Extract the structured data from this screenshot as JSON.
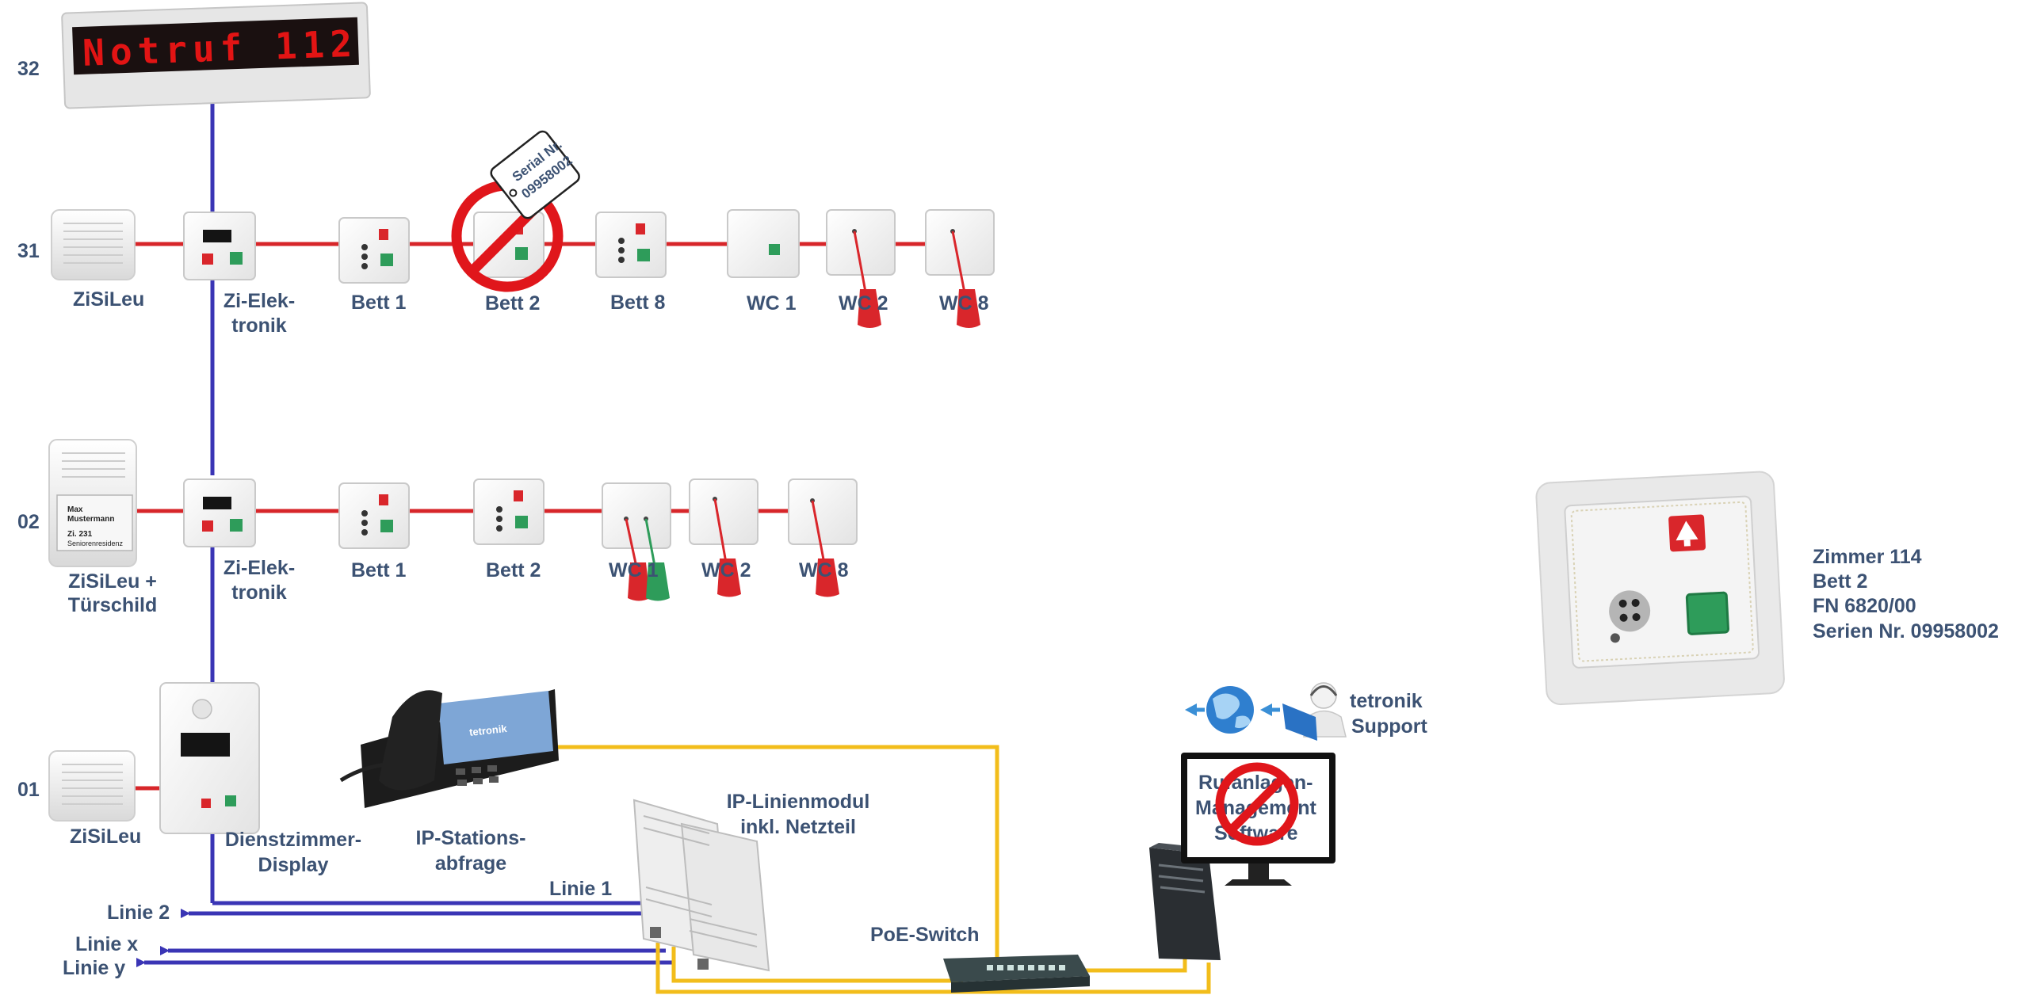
{
  "colors": {
    "bus_line": "#3a35b5",
    "room_line": "#d7262a",
    "ethernet": "#f2bd1b",
    "label": "#3c5273",
    "prohibition": "#e0161b",
    "call_red": "#d9262b",
    "call_green": "#2e9c5a"
  },
  "display_board": {
    "text": "Notruf 112"
  },
  "rows": {
    "r32": "32",
    "r31": "31",
    "r02": "02",
    "r01": "01"
  },
  "row31": {
    "zisileu": "ZiSiLeu",
    "zi_elek_1": "Zi-Elek-",
    "zi_elek_2": "tronik",
    "bett1": "Bett 1",
    "bett2": "Bett 2",
    "bett8": "Bett 8",
    "wc1": "WC 1",
    "wc2": "WC 2",
    "wc8": "WC 8"
  },
  "serial_tag": {
    "line1": "Serial Nr.",
    "line2": "09958002"
  },
  "row02": {
    "zisileu_1": "ZiSiLeu +",
    "zisileu_2": "Türschild",
    "zi_elek_1": "Zi-Elek-",
    "zi_elek_2": "tronik",
    "bett1": "Bett 1",
    "bett2": "Bett 2",
    "wc1": "WC 1",
    "wc2": "WC 2",
    "wc8": "WC 8",
    "door_sign": {
      "name1": "Max",
      "name2": "Mustermann",
      "room": "Zi. 231",
      "facility": "Seniorenresidenz"
    }
  },
  "row01": {
    "zisileu": "ZiSiLeu",
    "dienst_1": "Dienstzimmer-",
    "dienst_2": "Display",
    "ip_stat_1": "IP-Stations-",
    "ip_stat_2": "abfrage",
    "ip_modul_1": "IP-Linienmodul",
    "ip_modul_2": "inkl. Netzteil",
    "linie1": "Linie 1",
    "linie2": "Linie 2",
    "linie_x": "Linie x",
    "linie_y": "Linie y",
    "poe": "PoE-Switch",
    "phone_brand": "tetronik"
  },
  "software": {
    "line1": "Rufanlagen-",
    "line2": "Management",
    "line3": "Software"
  },
  "support": {
    "line1": "tetronik",
    "line2": "Support"
  },
  "detail": {
    "line1": "Zimmer 114",
    "line2": "Bett 2",
    "line3": "FN 6820/00",
    "line4": "Serien Nr. 09958002"
  }
}
